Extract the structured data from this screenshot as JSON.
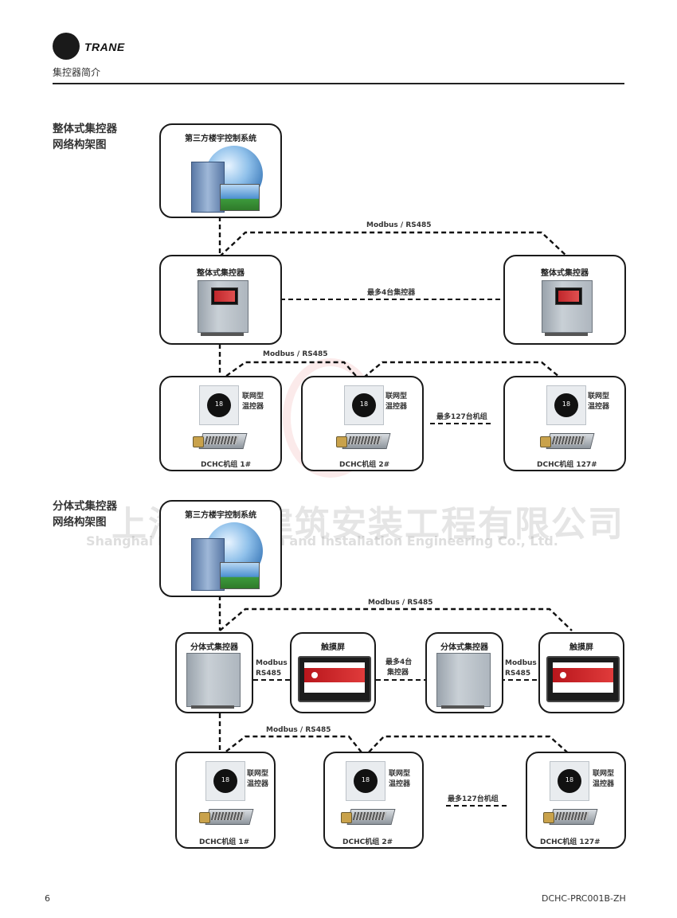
{
  "header": {
    "brand": "TRANE",
    "subtitle": "集控器简介"
  },
  "section1": {
    "title_line1": "整体式集控器",
    "title_line2": "网络构架图",
    "bms_label": "第三方楼宇控制系统",
    "ctrl_left": "整体式集控器",
    "ctrl_right": "整体式集控器",
    "modbus_top": "Modbus / RS485",
    "max4": "最多4台集控器",
    "modbus_mid": "Modbus / RS485",
    "tstat_label_1": "联网型",
    "tstat_label_2": "温控器",
    "unit1": "DCHC机组 1#",
    "unit2": "DCHC机组 2#",
    "unit3": "DCHC机组 127#",
    "max127": "最多127台机组",
    "tstat_display": "18"
  },
  "watermark": {
    "cn": "上海得康建筑安装工程有限公司",
    "en": "Shanghai East Construction and Installation Engineering Co., Ltd."
  },
  "section2": {
    "title_line1": "分体式集控器",
    "title_line2": "网络构架图",
    "bms_label": "第三方楼宇控制系统",
    "split_left": "分体式集控器",
    "touch_left": "触摸屏",
    "split_right": "分体式集控器",
    "touch_right": "触摸屏",
    "modbus_top": "Modbus / RS485",
    "modbus_l1": "Modbus /",
    "modbus_l2": "RS485",
    "modbus_r1": "Modbus /",
    "modbus_r2": "RS485",
    "max4_l1": "最多4台",
    "max4_l2": "集控器",
    "modbus_mid": "Modbus / RS485",
    "tstat_label_1": "联网型",
    "tstat_label_2": "温控器",
    "unit1": "DCHC机组 1#",
    "unit2": "DCHC机组 2#",
    "unit3": "DCHC机组 127#",
    "max127": "最多127台机组",
    "tstat_display": "18"
  },
  "footer": {
    "page": "6",
    "doc_code": "DCHC-PRC001B-ZH"
  }
}
